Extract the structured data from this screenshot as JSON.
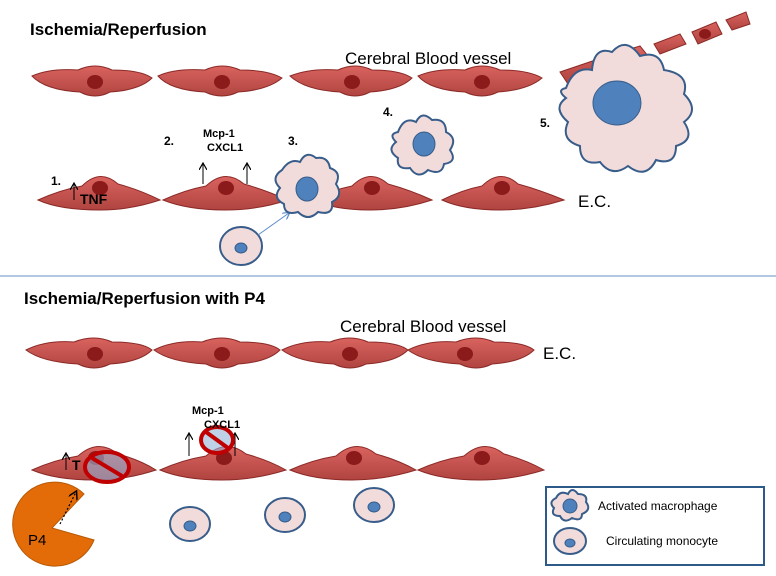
{
  "top_panel": {
    "title": "Ischemia/Reperfusion",
    "vessel_label": "Cerebral Blood vessel",
    "ec_label": "E.C.",
    "steps": [
      "1.",
      "2.",
      "3.",
      "4.",
      "5."
    ],
    "tnf_label": "TNF",
    "chemokine_1": "Mcp-1",
    "chemokine_2": "CXCL1"
  },
  "bottom_panel": {
    "title": "Ischemia/Reperfusion with P4",
    "vessel_label": "Cerebral Blood vessel",
    "ec_label": "E.C.",
    "tnf_label": "T",
    "chemokine_1": "Mcp-1",
    "chemokine_2": "CXCL1",
    "p4_label": "P4"
  },
  "legend": {
    "activated_macrophage": "Activated macrophage",
    "circulating_monocyte": "Circulating monocyte"
  },
  "colors": {
    "endothelial_cell": "#c0504d",
    "nucleus": "#8b1a1a",
    "macrophage_fill": "#f2dcdb",
    "cell_outline": "#385d8a",
    "macrophage_nucleus": "#4f81bd",
    "p4": "#e36c09",
    "inhibit": "#c00000",
    "divider": "#95b3d7"
  }
}
